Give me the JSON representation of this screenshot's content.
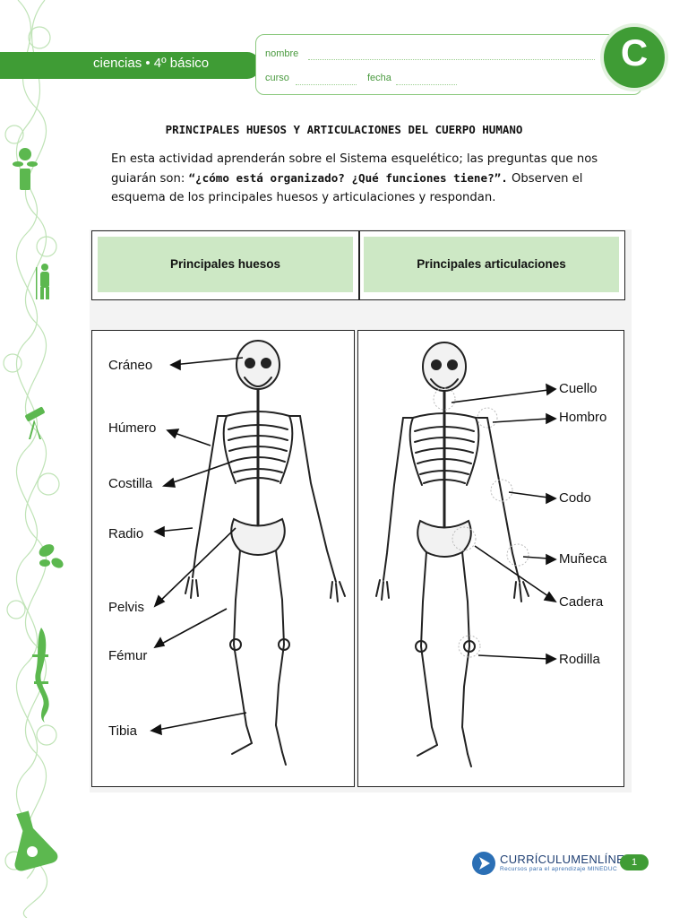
{
  "header": {
    "subject_banner": "ciencias • 4º básico",
    "form": {
      "name_label": "nombre",
      "course_label": "curso",
      "date_label": "fecha"
    },
    "corner_letter": "C"
  },
  "title": "PRINCIPALES HUESOS Y ARTICULACIONES DEL CUERPO HUMANO",
  "intro": {
    "part1": "En esta actividad aprenderán sobre el Sistema esquelético; las preguntas que nos guiarán son: ",
    "bold": "“¿cómo está organizado? ¿Qué funciones tiene?”.",
    "part2": " Observen el esquema de los principales huesos y articulaciones y respondan."
  },
  "table": {
    "headers": [
      "Principales huesos",
      "Principales articulaciones"
    ]
  },
  "bones": [
    "Cráneo",
    "Húmero",
    "Costilla",
    "Radio",
    "Pelvis",
    "Fémur",
    "Tibia"
  ],
  "joints": [
    "Cuello",
    "Hombro",
    "Codo",
    "Muñeca",
    "Cadera",
    "Rodilla"
  ],
  "footer": {
    "brand": "CURRÍCULUMENLÍNEA",
    "brand_sub": "Recursos para el aprendizaje MINEDUC",
    "page_number": "1"
  },
  "colors": {
    "brand_green": "#3f9c35",
    "header_cell_green": "#cde8c5",
    "footer_blue": "#1f3f73"
  }
}
